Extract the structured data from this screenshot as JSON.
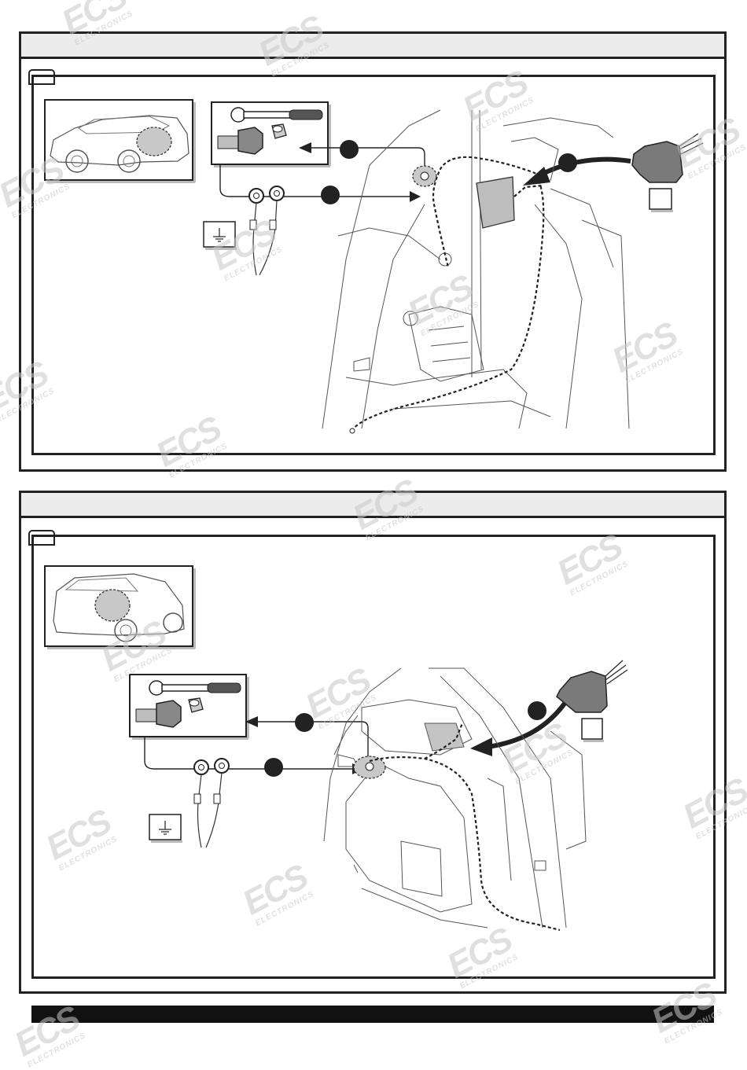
{
  "watermark": {
    "brand": "ECS",
    "tagline": "ELECTRONICS"
  },
  "colors": {
    "line": "#222222",
    "header": "#ececec",
    "gray": "#b0b0b0",
    "dark": "#333333"
  },
  "icons": {
    "ground": "ground-icon",
    "tools": "ratchet-wrench-icon",
    "connector": "connector-plug-icon"
  },
  "panels": [
    {
      "name": "panel-top",
      "step_label": "",
      "connector_label": ""
    },
    {
      "name": "panel-bottom",
      "step_label": "",
      "connector_label": ""
    }
  ]
}
